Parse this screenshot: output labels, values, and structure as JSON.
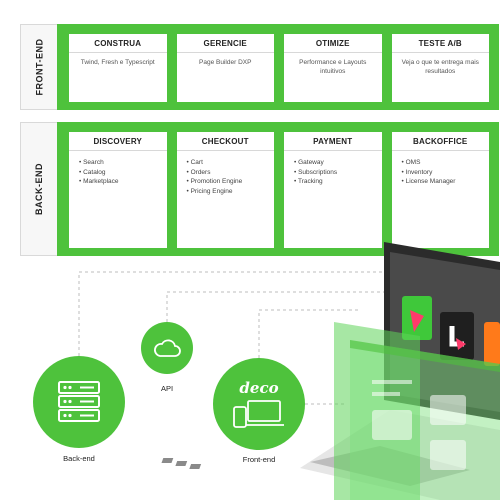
{
  "front_band": {
    "label": "FRONT-END",
    "cards": [
      {
        "title": "CONSTRUA",
        "desc": "Twind, Fresh e Typescript"
      },
      {
        "title": "GERENCIE",
        "desc": "Page Builder DXP"
      },
      {
        "title": "OTIMIZE",
        "desc": "Performance e Layouts intuitivos"
      },
      {
        "title": "TESTE A/B",
        "desc": "Veja o que te entrega mais resultados"
      }
    ]
  },
  "back_band": {
    "label": "BACK-END",
    "cards": [
      {
        "title": "DISCOVERY",
        "items": [
          "Search",
          "Catalog",
          "Marketplace"
        ]
      },
      {
        "title": "CHECKOUT",
        "items": [
          "Cart",
          "Orders",
          "Promotion Engine",
          "Pricing Engine"
        ]
      },
      {
        "title": "PAYMENT",
        "items": [
          "Gateway",
          "Subscriptions",
          "Tracking"
        ]
      },
      {
        "title": "BACKOFFICE",
        "items": [
          "OMS",
          "Inventory",
          "License Manager"
        ]
      }
    ]
  },
  "nodes": {
    "backend_label": "Back-end",
    "api_label": "API",
    "frontend_label": "Front-end",
    "deco_logo": "deco"
  },
  "colors": {
    "accent": "#4ec23c",
    "band_bg": "#f7f7f7"
  },
  "icons": {
    "backend": "server-rack-icon",
    "api": "cloud-icon",
    "frontend": "devices-icon"
  }
}
